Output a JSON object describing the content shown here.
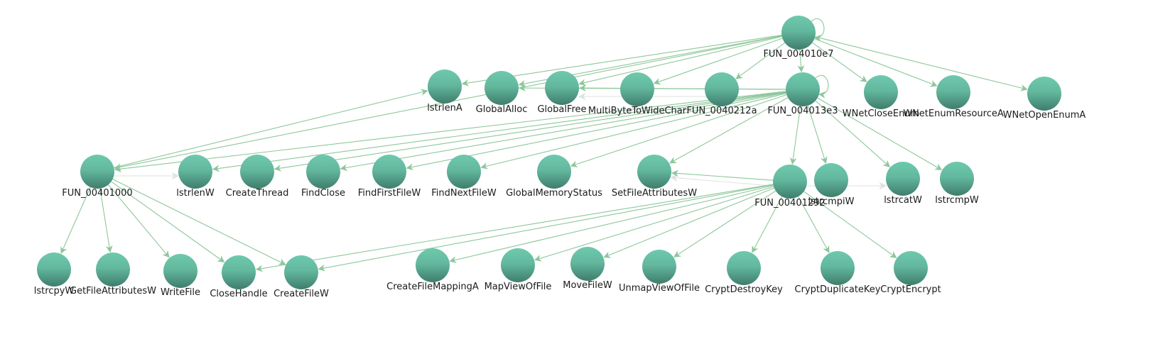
{
  "graph": {
    "colors": {
      "node_top": "#6ec9ad",
      "node_bottom": "#3f7d6c",
      "edge": "#8dc79a",
      "edge_faint": "#e3e6e4",
      "label": "#1a1a1a"
    },
    "nodes": [
      {
        "id": "FUN_004010e7",
        "label": "FUN_004010e7"
      },
      {
        "id": "lstrlenA",
        "label": "lstrlenA"
      },
      {
        "id": "GlobalAlloc",
        "label": "GlobalAlloc"
      },
      {
        "id": "GlobalFree",
        "label": "GlobalFree"
      },
      {
        "id": "MultiByteToWideChar",
        "label": "MultiByteToWideChar"
      },
      {
        "id": "FUN_0040212a",
        "label": "FUN_0040212a"
      },
      {
        "id": "FUN_004013e3",
        "label": "FUN_004013e3"
      },
      {
        "id": "WNetCloseEnum",
        "label": "WNetCloseEnum"
      },
      {
        "id": "WNetEnumResourceA",
        "label": "WNetEnumResourceA"
      },
      {
        "id": "WNetOpenEnumA",
        "label": "WNetOpenEnumA"
      },
      {
        "id": "FUN_00401000",
        "label": "FUN_00401000"
      },
      {
        "id": "lstrlenW",
        "label": "lstrlenW"
      },
      {
        "id": "CreateThread",
        "label": "CreateThread"
      },
      {
        "id": "FindClose",
        "label": "FindClose"
      },
      {
        "id": "FindFirstFileW",
        "label": "FindFirstFileW"
      },
      {
        "id": "FindNextFileW",
        "label": "FindNextFileW"
      },
      {
        "id": "GlobalMemoryStatus",
        "label": "GlobalMemoryStatus"
      },
      {
        "id": "SetFileAttributesW",
        "label": "SetFileAttributesW"
      },
      {
        "id": "FUN_00401292",
        "label": "FUN_00401292"
      },
      {
        "id": "lstrcmpiW",
        "label": "lstrcmpiW"
      },
      {
        "id": "lstrcatW",
        "label": "lstrcatW"
      },
      {
        "id": "lstrcmpW",
        "label": "lstrcmpW"
      },
      {
        "id": "lstrcpyW",
        "label": "lstrcpyW"
      },
      {
        "id": "GetFileAttributesW",
        "label": "GetFileAttributesW"
      },
      {
        "id": "WriteFile",
        "label": "WriteFile"
      },
      {
        "id": "CloseHandle",
        "label": "CloseHandle"
      },
      {
        "id": "CreateFileW",
        "label": "CreateFileW"
      },
      {
        "id": "CreateFileMappingA",
        "label": "CreateFileMappingA"
      },
      {
        "id": "MapViewOfFile",
        "label": "MapViewOfFile"
      },
      {
        "id": "MoveFileW",
        "label": "MoveFileW"
      },
      {
        "id": "UnmapViewOfFile",
        "label": "UnmapViewOfFile"
      },
      {
        "id": "CryptDestroyKey",
        "label": "CryptDestroyKey"
      },
      {
        "id": "CryptDuplicateKey",
        "label": "CryptDuplicateKey"
      },
      {
        "id": "CryptEncrypt",
        "label": "CryptEncrypt"
      }
    ],
    "edges": [
      {
        "from": "FUN_004010e7",
        "to": "FUN_004010e7"
      },
      {
        "from": "FUN_004010e7",
        "to": "lstrlenA"
      },
      {
        "from": "FUN_004010e7",
        "to": "GlobalAlloc"
      },
      {
        "from": "FUN_004010e7",
        "to": "GlobalFree"
      },
      {
        "from": "FUN_004010e7",
        "to": "MultiByteToWideChar"
      },
      {
        "from": "FUN_004010e7",
        "to": "FUN_0040212a"
      },
      {
        "from": "FUN_004010e7",
        "to": "FUN_004013e3"
      },
      {
        "from": "FUN_004010e7",
        "to": "WNetCloseEnum"
      },
      {
        "from": "FUN_004010e7",
        "to": "WNetEnumResourceA"
      },
      {
        "from": "FUN_004010e7",
        "to": "WNetOpenEnumA"
      },
      {
        "from": "FUN_004010e7",
        "to": "FUN_00401000"
      },
      {
        "from": "FUN_004013e3",
        "to": "FUN_004013e3"
      },
      {
        "from": "FUN_004013e3",
        "to": "lstrlenW"
      },
      {
        "from": "FUN_004013e3",
        "to": "CreateThread"
      },
      {
        "from": "FUN_004013e3",
        "to": "FindClose"
      },
      {
        "from": "FUN_004013e3",
        "to": "FindFirstFileW"
      },
      {
        "from": "FUN_004013e3",
        "to": "FindNextFileW"
      },
      {
        "from": "FUN_004013e3",
        "to": "GlobalMemoryStatus"
      },
      {
        "from": "FUN_004013e3",
        "to": "SetFileAttributesW"
      },
      {
        "from": "FUN_004013e3",
        "to": "FUN_00401292"
      },
      {
        "from": "FUN_004013e3",
        "to": "lstrcmpiW"
      },
      {
        "from": "FUN_004013e3",
        "to": "lstrcatW"
      },
      {
        "from": "FUN_004013e3",
        "to": "lstrcmpW"
      },
      {
        "from": "FUN_004013e3",
        "to": "FUN_00401000"
      },
      {
        "from": "FUN_004013e3",
        "to": "GlobalFree"
      },
      {
        "from": "FUN_004013e3",
        "to": "GlobalAlloc"
      },
      {
        "from": "FUN_00401000",
        "to": "lstrlenA"
      },
      {
        "from": "FUN_00401000",
        "to": "lstrcpyW"
      },
      {
        "from": "FUN_00401000",
        "to": "GetFileAttributesW"
      },
      {
        "from": "FUN_00401000",
        "to": "WriteFile"
      },
      {
        "from": "FUN_00401000",
        "to": "CloseHandle"
      },
      {
        "from": "FUN_00401000",
        "to": "CreateFileW"
      },
      {
        "from": "FUN_00401292",
        "to": "CloseHandle"
      },
      {
        "from": "FUN_00401292",
        "to": "CreateFileW"
      },
      {
        "from": "FUN_00401292",
        "to": "CreateFileMappingA"
      },
      {
        "from": "FUN_00401292",
        "to": "MapViewOfFile"
      },
      {
        "from": "FUN_00401292",
        "to": "MoveFileW"
      },
      {
        "from": "FUN_00401292",
        "to": "UnmapViewOfFile"
      },
      {
        "from": "FUN_00401292",
        "to": "CryptDestroyKey"
      },
      {
        "from": "FUN_00401292",
        "to": "CryptDuplicateKey"
      },
      {
        "from": "FUN_00401292",
        "to": "CryptEncrypt"
      },
      {
        "from": "FUN_00401292",
        "to": "SetFileAttributesW"
      }
    ]
  }
}
